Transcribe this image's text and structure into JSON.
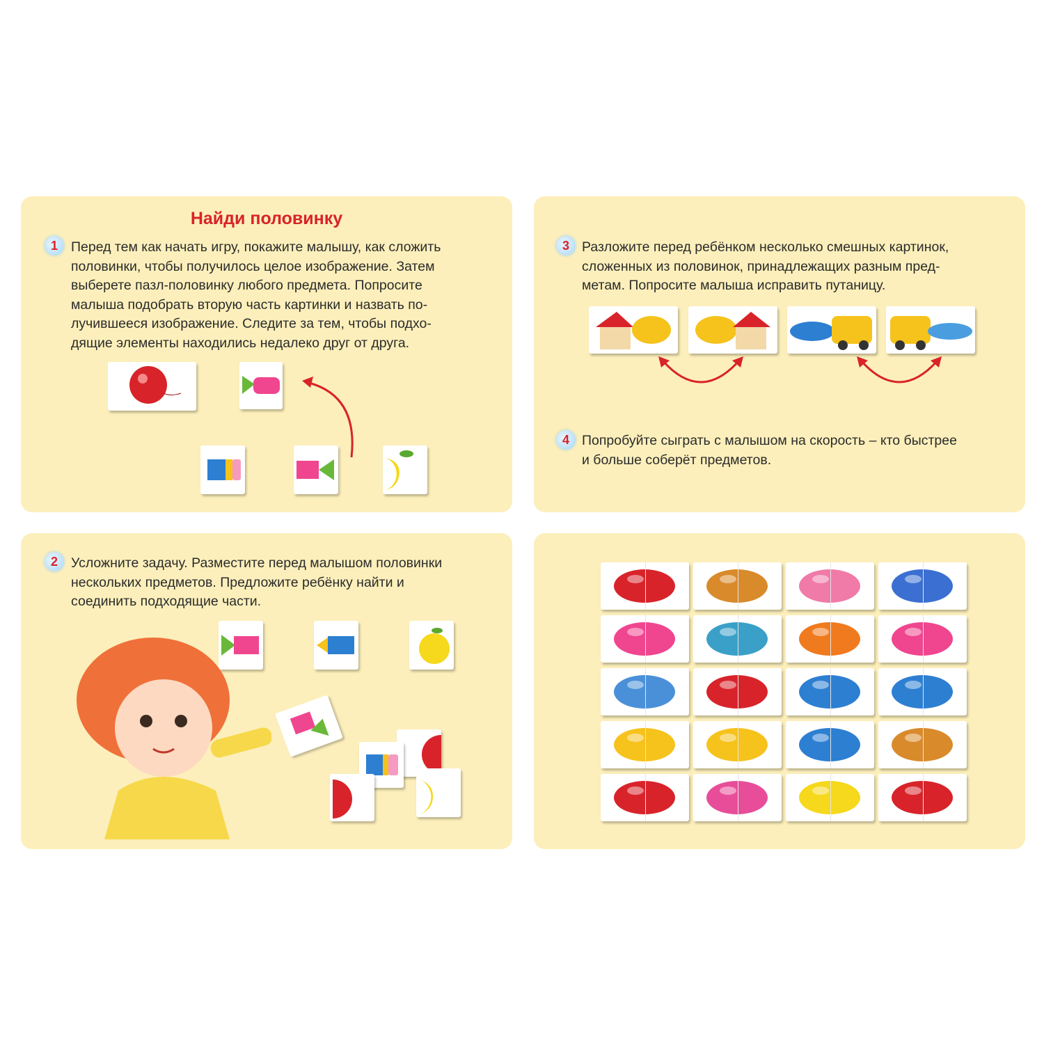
{
  "title": "Найди половинку",
  "steps": [
    {
      "number": "1",
      "lines": [
        "Перед тем как начать игру, покажите малышу, как сложить",
        "половинки, чтобы получилось целое изображение. Затем",
        "выберете пазл-половинку любого предмета. Попросите",
        "малыша подобрать вторую часть картинки и назвать по-",
        "лучившееся изображение. Следите за тем, чтобы подхо-",
        "дящие элементы находились недалеко друг от друга."
      ]
    },
    {
      "number": "2",
      "lines": [
        "Усложните задачу. Разместите перед малышом половинки",
        "нескольких предметов. Предложите ребёнку найти и",
        "соединить подходящие части."
      ]
    },
    {
      "number": "3",
      "lines": [
        "Разложите перед ребёнком несколько смешных картинок,",
        "сложенных из половинок, принадлежащих разным пред-",
        "метам. Попросите малыша исправить путаницу."
      ]
    },
    {
      "number": "4",
      "lines": [
        "Попробуйте сыграть с малышом на скорость – кто быстрее",
        "и больше соберёт предметов."
      ]
    }
  ],
  "colors": {
    "panel": "#fcefbb",
    "accent": "#d8232a",
    "badge": "#a9d7f2"
  },
  "grid": [
    {
      "icon": "balloon",
      "color": "#d8232a"
    },
    {
      "icon": "pie",
      "color": "#d98a2b"
    },
    {
      "icon": "shell",
      "color": "#f07aa8"
    },
    {
      "icon": "teacup",
      "color": "#3b6fd1"
    },
    {
      "icon": "bow",
      "color": "#f0458f"
    },
    {
      "icon": "scissors",
      "color": "#3aa0c8"
    },
    {
      "icon": "carrot",
      "color": "#f07a1e"
    },
    {
      "icon": "candy",
      "color": "#f0458f"
    },
    {
      "icon": "earmuffs",
      "color": "#4a90d8"
    },
    {
      "icon": "house",
      "color": "#d8232a"
    },
    {
      "icon": "yarn",
      "color": "#2d7fd1"
    },
    {
      "icon": "pencil",
      "color": "#2d7fd1"
    },
    {
      "icon": "fish",
      "color": "#f6c21c"
    },
    {
      "icon": "bus",
      "color": "#f6c21c"
    },
    {
      "icon": "airplane",
      "color": "#2d7fd1"
    },
    {
      "icon": "bread",
      "color": "#d98a2b"
    },
    {
      "icon": "flowers",
      "color": "#d8232a"
    },
    {
      "icon": "wreath",
      "color": "#e84d9a"
    },
    {
      "icon": "apple",
      "color": "#f6d81c"
    },
    {
      "icon": "telephone",
      "color": "#d8232a"
    }
  ]
}
